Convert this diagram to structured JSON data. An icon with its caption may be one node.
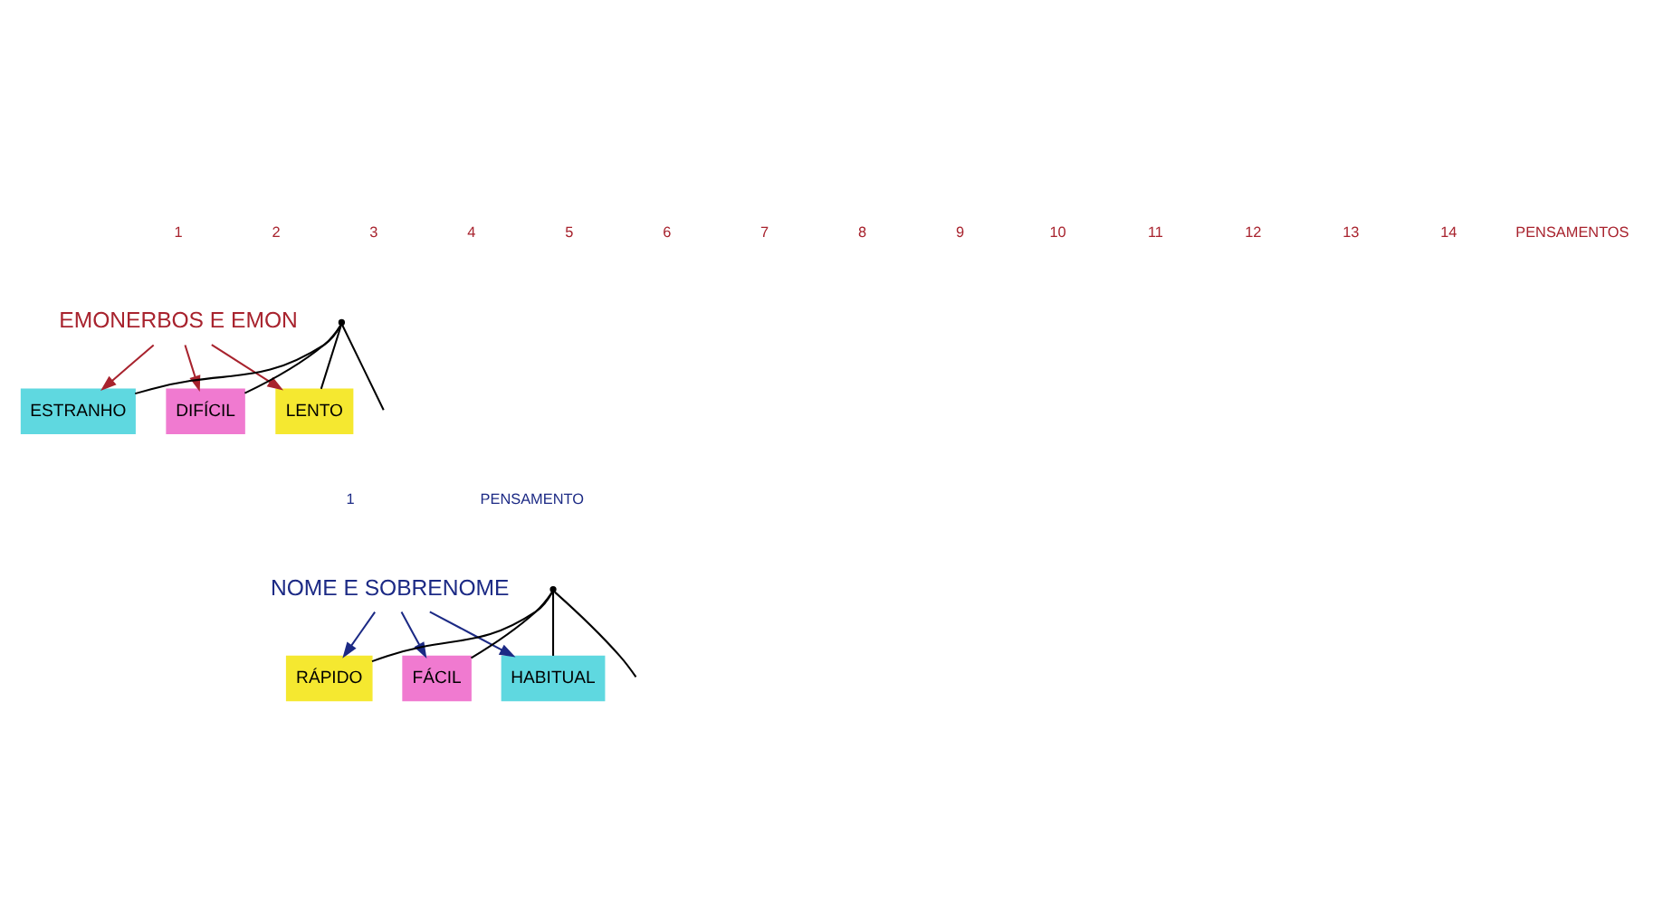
{
  "diagram": {
    "nodes": [
      {
        "text": [
          "LENTO"
        ]
      },
      {
        "text": [
          "DIFÍCIL"
        ]
      },
      {
        "text": [
          "ESTRANHO"
        ]
      },
      {
        "text": [
          "EMONERBOS E EMON"
        ]
      },
      {
        "text": [],
        "shape": "point"
      },
      {
        "text": [
          "RÁPIDO"
        ]
      },
      {
        "text": [
          "FÁCIL"
        ]
      },
      {
        "text": [
          "HABITUAL"
        ]
      },
      {
        "text": [
          "NOME E SOBRENOME"
        ]
      },
      {
        "text": [],
        "shape": "point"
      }
    ],
    "edges": [
      {
        "from": 3,
        "to": 0,
        "arrow": "to",
        "color": "#a8232e"
      },
      {
        "from": 3,
        "to": 1,
        "arrow": "to",
        "color": "#a8232e"
      },
      {
        "from": 3,
        "to": 2,
        "arrow": "to",
        "color": "#a8232e"
      },
      {
        "from": 4,
        "to": 0,
        "arrow": "none"
      },
      {
        "from": 4,
        "to": 1,
        "arrow": "none"
      },
      {
        "from": 4,
        "to": 2,
        "arrow": "none"
      },
      {
        "from": 4,
        "to": null,
        "arrow": "none"
      },
      {
        "from": 8,
        "to": 5,
        "arrow": "to",
        "color": "#1c2a85"
      },
      {
        "from": 8,
        "to": 6,
        "arrow": "to",
        "color": "#1c2a85"
      },
      {
        "from": 8,
        "to": 7,
        "arrow": "to",
        "color": "#1c2a85"
      },
      {
        "from": 9,
        "to": 5,
        "arrow": "none"
      },
      {
        "from": 9,
        "to": 6,
        "arrow": "none"
      },
      {
        "from": 9,
        "to": 7,
        "arrow": "none"
      },
      {
        "from": 9,
        "to": null,
        "arrow": "none"
      }
    ],
    "labels": [
      "1",
      "2",
      "3",
      "4",
      "5",
      "6",
      "7",
      "8",
      "9",
      "10",
      "11",
      "12",
      "13",
      "14",
      "PENSAMENTOS",
      "1",
      "PENSAMENTO"
    ]
  }
}
